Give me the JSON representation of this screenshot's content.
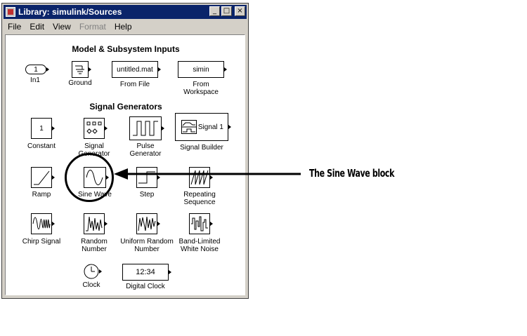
{
  "window": {
    "title": "Library: simulink/Sources",
    "buttons": {
      "minimize": "_",
      "maximize": "□",
      "close": "×"
    }
  },
  "menu": [
    {
      "label": "File",
      "enabled": true
    },
    {
      "label": "Edit",
      "enabled": true
    },
    {
      "label": "View",
      "enabled": true
    },
    {
      "label": "Format",
      "enabled": false
    },
    {
      "label": "Help",
      "enabled": true
    }
  ],
  "sections": {
    "inputs_title": "Model & Subsystem Inputs",
    "generators_title": "Signal Generators"
  },
  "blocks": {
    "in1": {
      "text": "1",
      "label": "In1"
    },
    "ground": {
      "label": "Ground"
    },
    "from_file": {
      "text": "untitled.mat",
      "label": "From File"
    },
    "from_workspace": {
      "text": "simin",
      "label": "From Workspace"
    },
    "constant": {
      "text": "1",
      "label": "Constant"
    },
    "signal_generator": {
      "label": "Signal Generator"
    },
    "pulse_generator": {
      "label": "Pulse Generator"
    },
    "signal_builder": {
      "text": "Signal 1",
      "label": "Signal Builder"
    },
    "ramp": {
      "label": "Ramp"
    },
    "sine_wave": {
      "label": "Sine Wave"
    },
    "step": {
      "label": "Step"
    },
    "repeating_sequence": {
      "label": "Repeating Sequence"
    },
    "chirp_signal": {
      "label": "Chirp Signal"
    },
    "random_number": {
      "label": "Random Number"
    },
    "uniform_random_number": {
      "label": "Uniform Random Number"
    },
    "band_limited_white_noise": {
      "label": "Band-Limited White Noise"
    },
    "clock": {
      "label": "Clock"
    },
    "digital_clock": {
      "text": "12:34",
      "label": "Digital Clock"
    }
  },
  "annotation": {
    "text": "The Sine Wave block"
  }
}
